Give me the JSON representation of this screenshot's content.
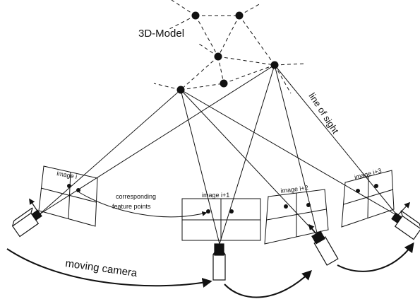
{
  "labels": {
    "model": "3D-Model",
    "line_of_sight": "line of sight",
    "moving_camera": "moving camera",
    "corresponding_1": "corresponding",
    "corresponding_2": "feature points",
    "image_i": "image i",
    "image_i1": "image i+1",
    "image_i2": "image i+2",
    "image_i3": "image i+3"
  },
  "colors": {
    "ink": "#111111",
    "paper": "#ffffff"
  }
}
